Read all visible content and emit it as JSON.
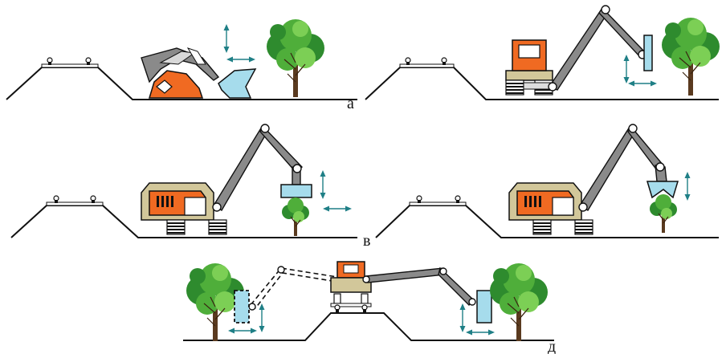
{
  "panels": [
    {
      "id": "a",
      "label": "а"
    },
    {
      "id": "b",
      "label": ""
    },
    {
      "id": "v",
      "label": "в"
    },
    {
      "id": "g",
      "label": ""
    },
    {
      "id": "d",
      "label": "д"
    }
  ],
  "colors": {
    "cab": "#f06a22",
    "tool": "#a6dcec",
    "body": "#d2c79a",
    "boom": "#8a8a8a",
    "arrow": "#1f7f86",
    "tree_dark": "#2e8b2e",
    "tree_light": "#7ccf55"
  }
}
